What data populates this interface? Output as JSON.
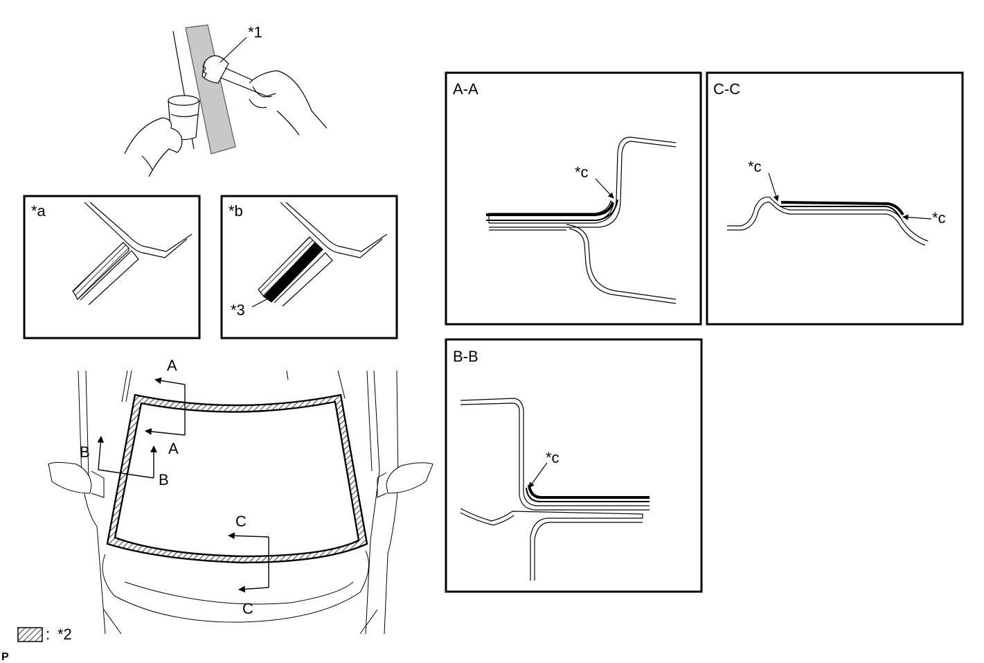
{
  "callouts": {
    "item1": "*1",
    "item2": "*2",
    "item3": "*3",
    "note_a": "*a",
    "note_b": "*b",
    "note_c": "*c"
  },
  "legend": {
    "separator": ":",
    "label": "*2",
    "swatch_pattern": "hatched"
  },
  "sections": {
    "aa": "A-A",
    "bb": "B-B",
    "cc": "C-C"
  },
  "cut_markers": {
    "a": "A",
    "b": "B",
    "c": "C"
  },
  "footer_mark": "P"
}
